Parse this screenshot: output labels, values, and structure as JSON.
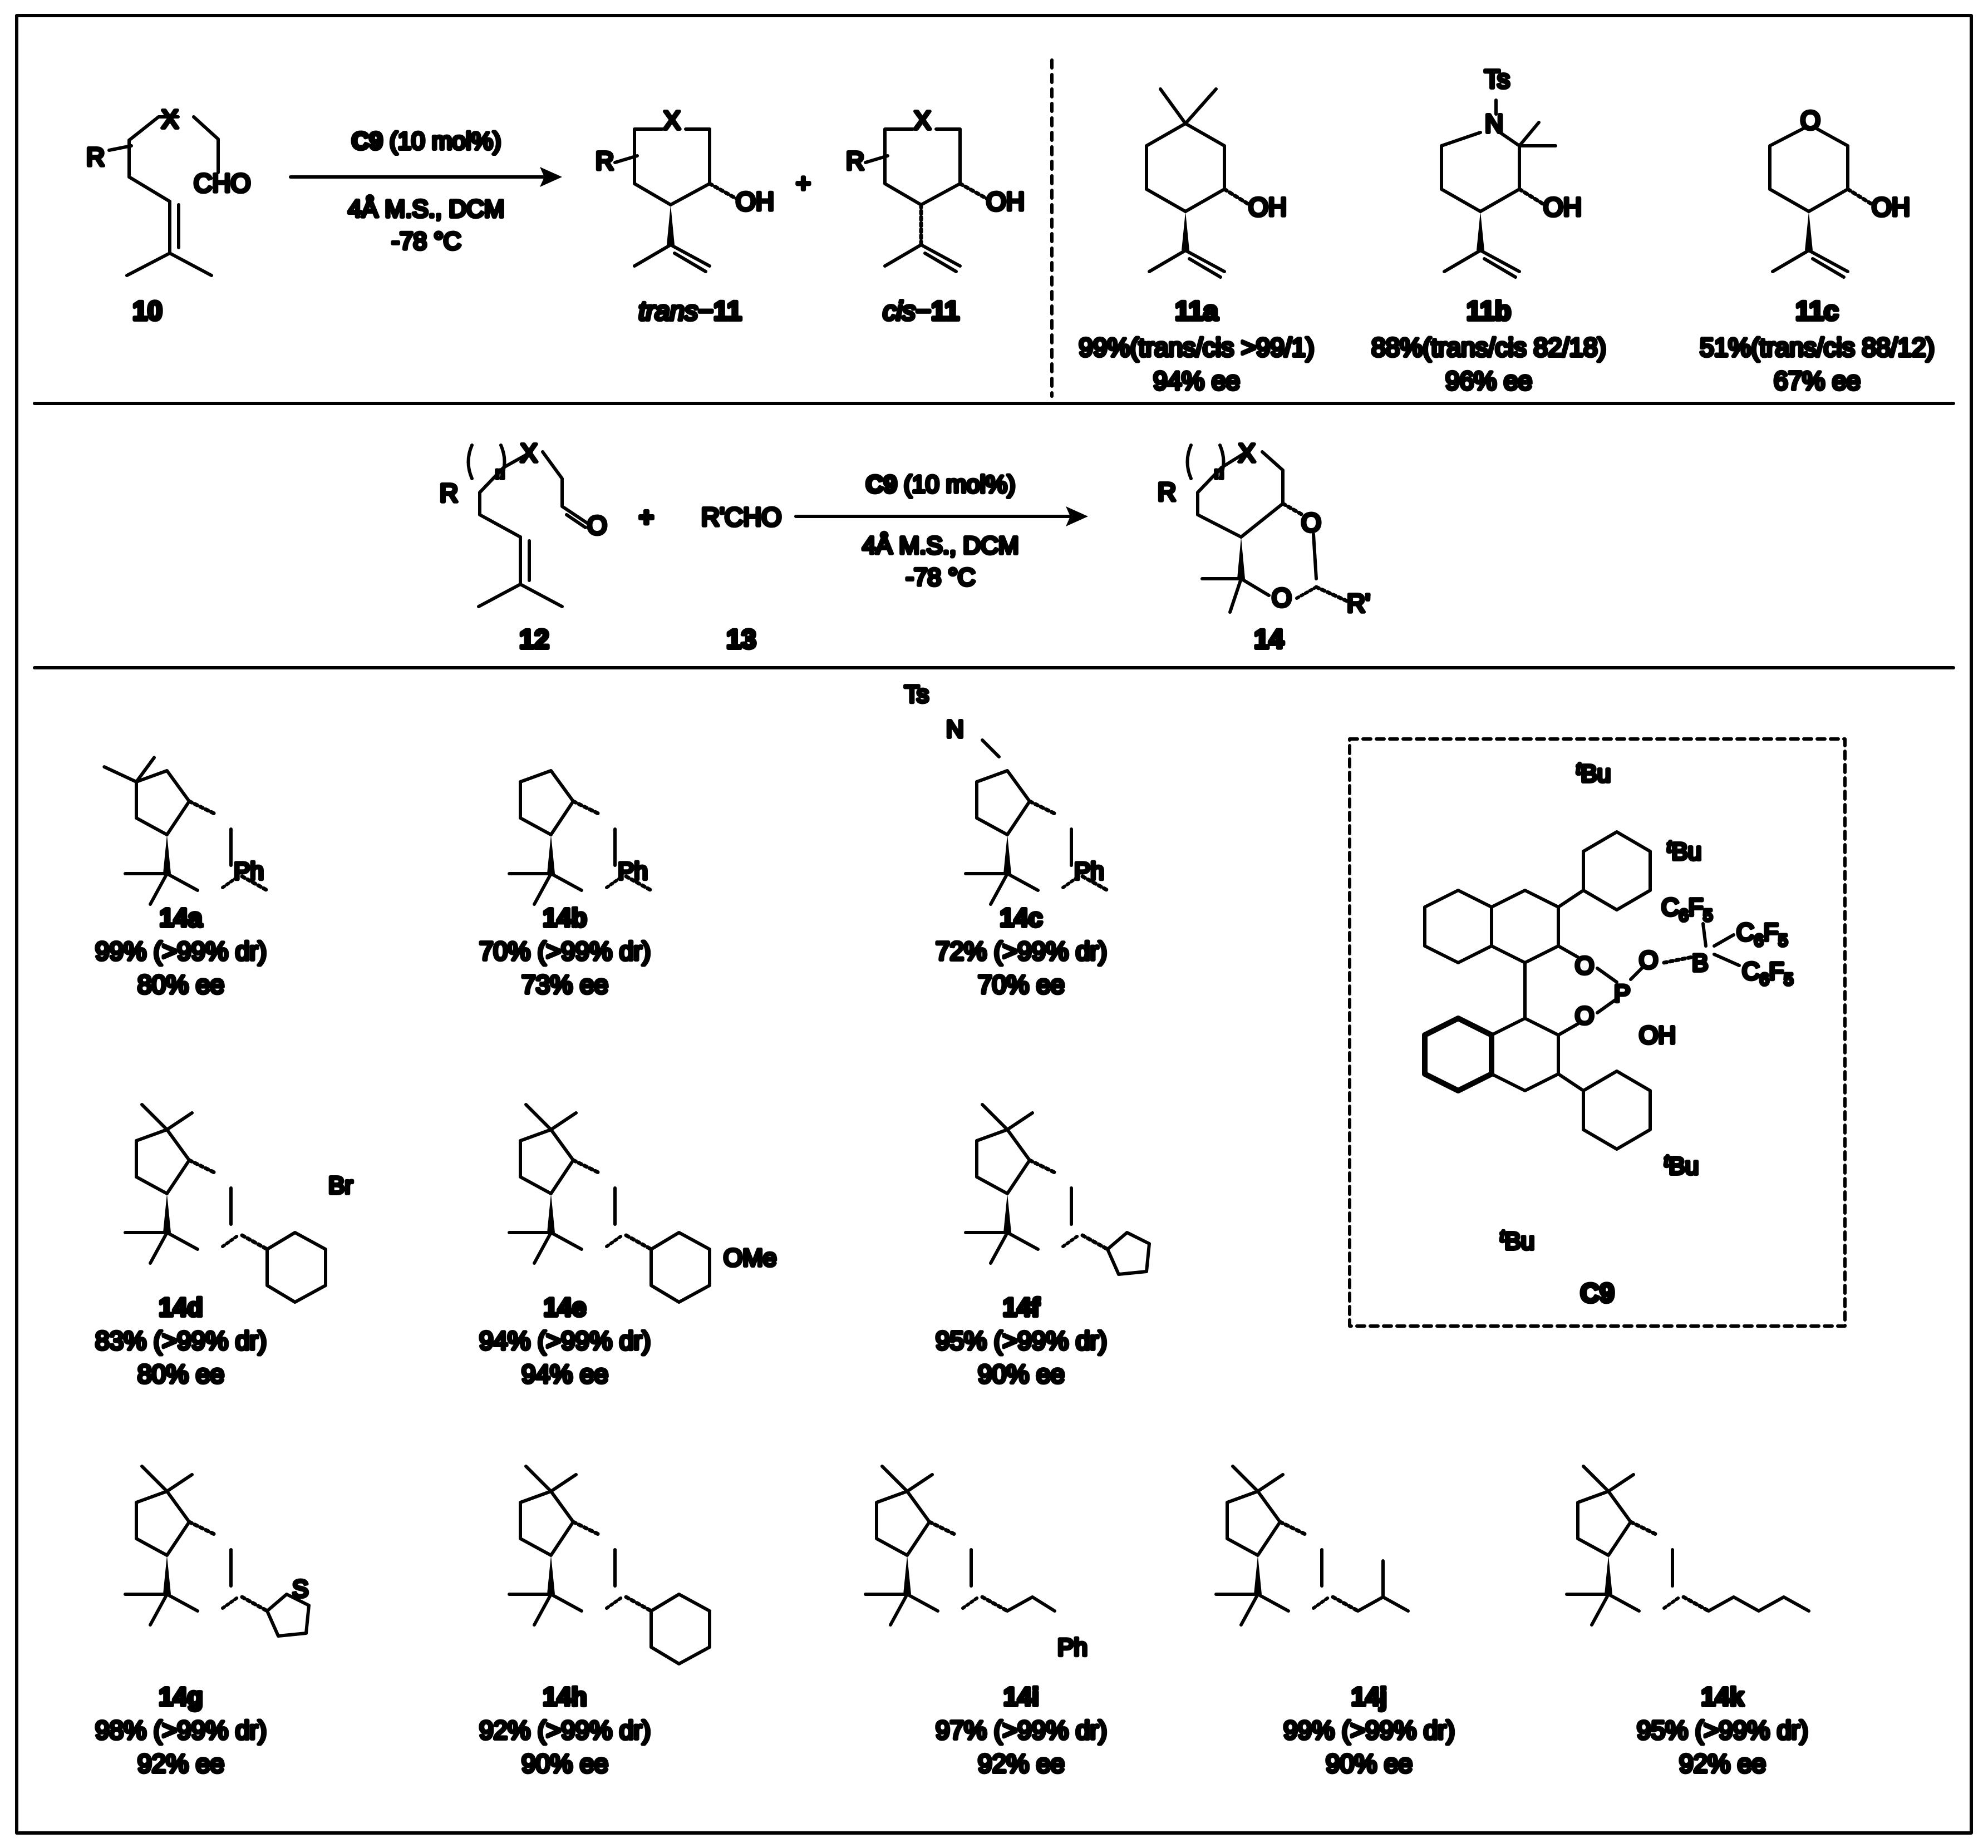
{
  "top": {
    "start": {
      "compound": "10",
      "x_atom": "X",
      "r_group": "R",
      "cho": "CHO"
    },
    "conditions": {
      "catalyst": "C9",
      "loading": "(10 mol%)",
      "line2": "4Å M.S., DCM",
      "line3": "-78 °C"
    },
    "products": [
      {
        "prefix": "trans",
        "compound": "11"
      },
      {
        "prefix": "cis",
        "compound": "11"
      }
    ],
    "plus": "+",
    "examples": [
      {
        "compound": "11a",
        "yield_line": "99%(trans/cis >99/1)",
        "ee_line": "94% ee"
      },
      {
        "compound": "11b",
        "yield_line": "88%(trans/cis 82/18)",
        "ee_line": "96% ee",
        "ts": "Ts"
      },
      {
        "compound": "11c",
        "yield_line": "51%(trans/cis 88/12)",
        "ee_line": "67% ee"
      }
    ]
  },
  "middle": {
    "reactant1": "12",
    "reactant2": "13",
    "reactant2_label": "R'CHO",
    "plus": "+",
    "conditions": {
      "catalyst": "C9",
      "loading": "(10 mol%)",
      "line2": "4Å M.S., DCM",
      "line3": "-78 °C"
    },
    "product": "14",
    "product_rgroup": "R'",
    "n_label": "n"
  },
  "scope": [
    {
      "compound": "14a",
      "yield": "99% (>99% dr)",
      "ee": "80% ee",
      "substituent": "Ph"
    },
    {
      "compound": "14b",
      "yield": "70% (>99% dr)",
      "ee": "73% ee",
      "substituent": "Ph"
    },
    {
      "compound": "14c",
      "yield": "72% (>99% dr)",
      "ee": "70% ee",
      "substituent": "Ph",
      "ts": "Ts"
    },
    {
      "compound": "14d",
      "yield": "83% (>99% dr)",
      "ee": "80% ee",
      "substituent": "Br"
    },
    {
      "compound": "14e",
      "yield": "94% (>99% dr)",
      "ee": "94% ee",
      "substituent": "OMe"
    },
    {
      "compound": "14f",
      "yield": "95% (>99% dr)",
      "ee": "90% ee"
    },
    {
      "compound": "14g",
      "yield": "98% (>99% dr)",
      "ee": "92% ee",
      "substituent": "S"
    },
    {
      "compound": "14h",
      "yield": "92% (>99% dr)",
      "ee": "90% ee"
    },
    {
      "compound": "14i",
      "yield": "97% (>99% dr)",
      "ee": "92% ee",
      "substituent": "Ph"
    },
    {
      "compound": "14j",
      "yield": "99% (>99% dr)",
      "ee": "90% ee"
    },
    {
      "compound": "14k",
      "yield": "95% (>99% dr)",
      "ee": "92% ee"
    }
  ],
  "catalyst": {
    "name": "C9",
    "labels": {
      "tbu": "Bu",
      "t": "t",
      "c6f5": "C",
      "six": "6",
      "f": "F",
      "five": "5",
      "b": "B",
      "p": "P",
      "o": "O",
      "oh": "OH"
    }
  },
  "atom_labels": {
    "o": "O",
    "oh": "OH",
    "n": "N",
    "x": "X"
  }
}
